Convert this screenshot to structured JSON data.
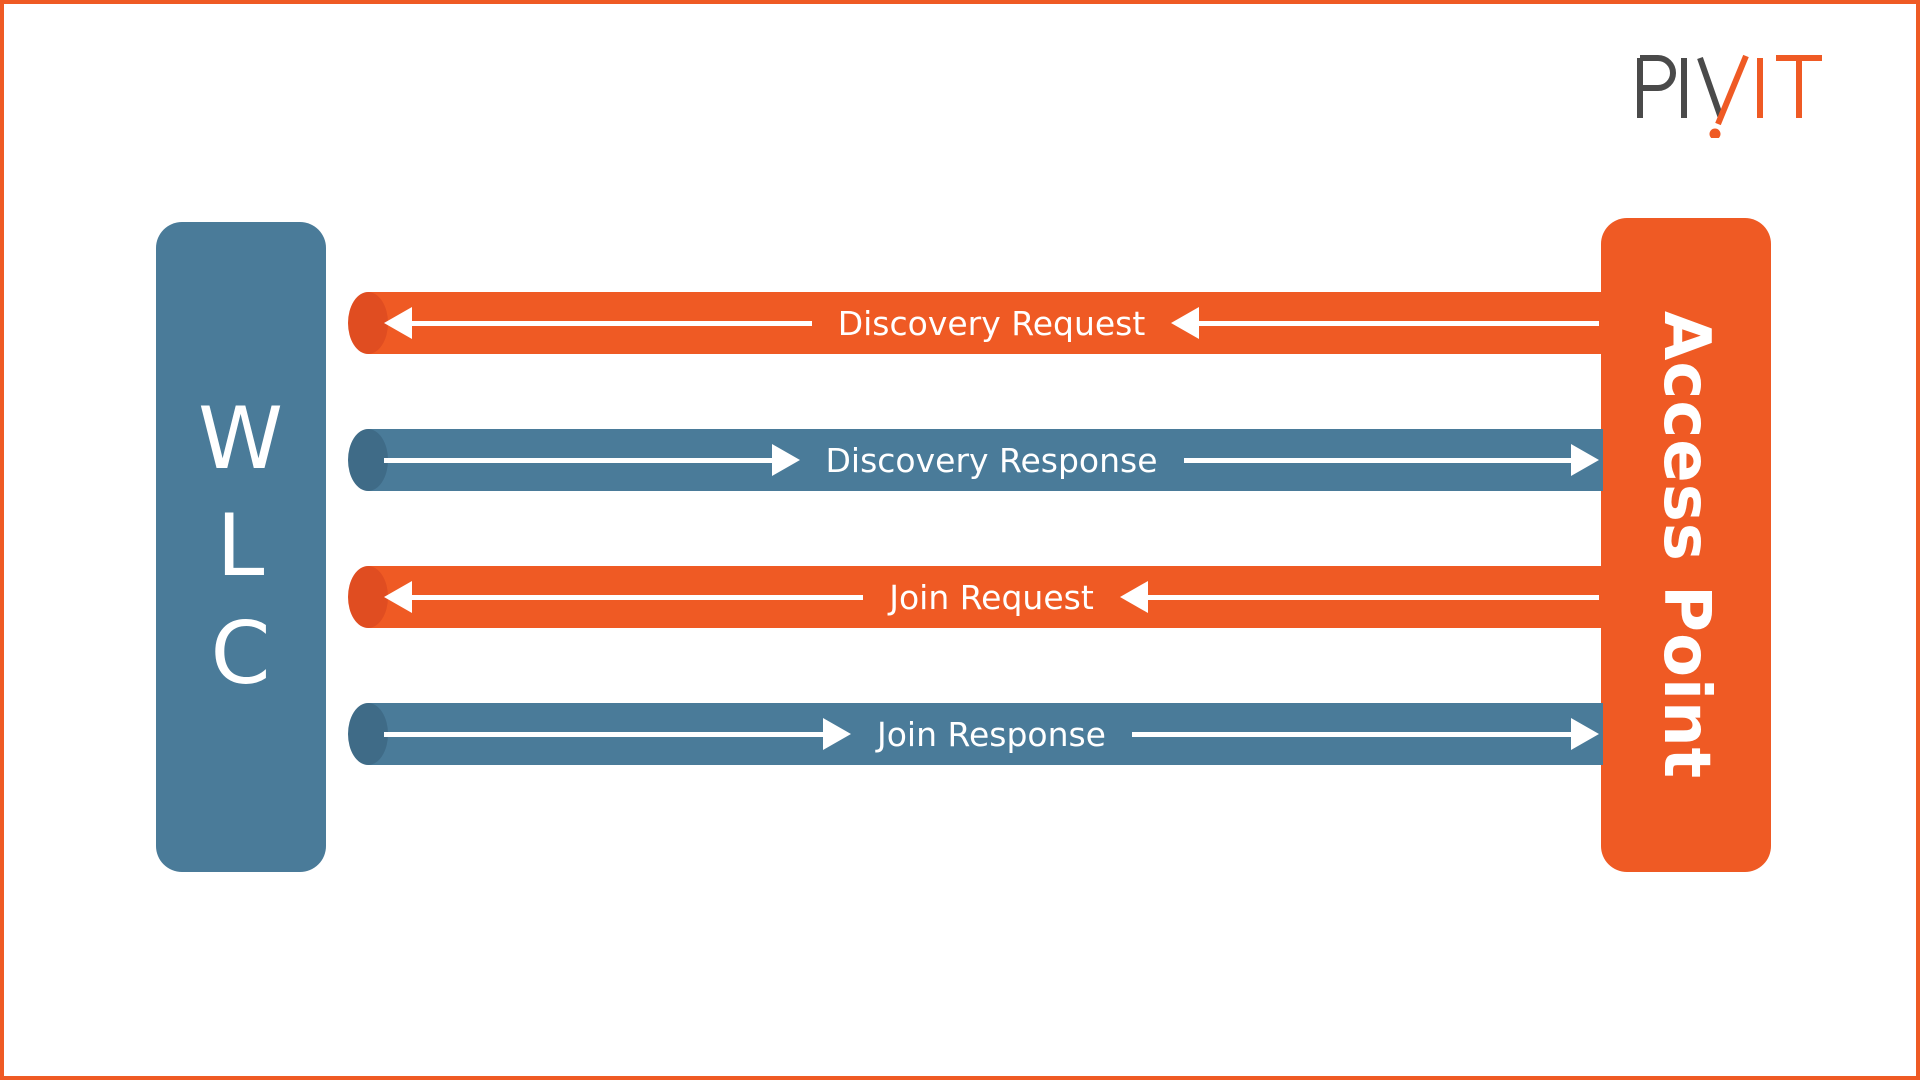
{
  "brand": {
    "logo_text_dark": "PIV",
    "logo_text_accent": "IT",
    "accent_color": "#ef5a24",
    "dark_color": "#4a4a4a"
  },
  "frame": {
    "border_color": "#ef5a24",
    "background": "#ffffff"
  },
  "diagram": {
    "type": "sequence-diagram",
    "left_endpoint": {
      "name": "WLC",
      "letters": [
        "W",
        "L",
        "C"
      ],
      "color": "#4a7b99"
    },
    "right_endpoint": {
      "name": "Access Point",
      "label": "Access Point",
      "color": "#ef5a24"
    },
    "messages": [
      {
        "label": "Discovery Request",
        "direction": "left",
        "from": "Access Point",
        "to": "WLC",
        "color": "#ef5a24",
        "cap_color": "#e04d21",
        "step": 1
      },
      {
        "label": "Discovery Response",
        "direction": "right",
        "from": "WLC",
        "to": "Access Point",
        "color": "#4a7b99",
        "cap_color": "#3f6b87",
        "step": 2
      },
      {
        "label": "Join Request",
        "direction": "left",
        "from": "Access Point",
        "to": "WLC",
        "color": "#ef5a24",
        "cap_color": "#e04d21",
        "step": 3
      },
      {
        "label": "Join Response",
        "direction": "right",
        "from": "WLC",
        "to": "Access Point",
        "color": "#4a7b99",
        "cap_color": "#3f6b87",
        "step": 4
      }
    ]
  }
}
